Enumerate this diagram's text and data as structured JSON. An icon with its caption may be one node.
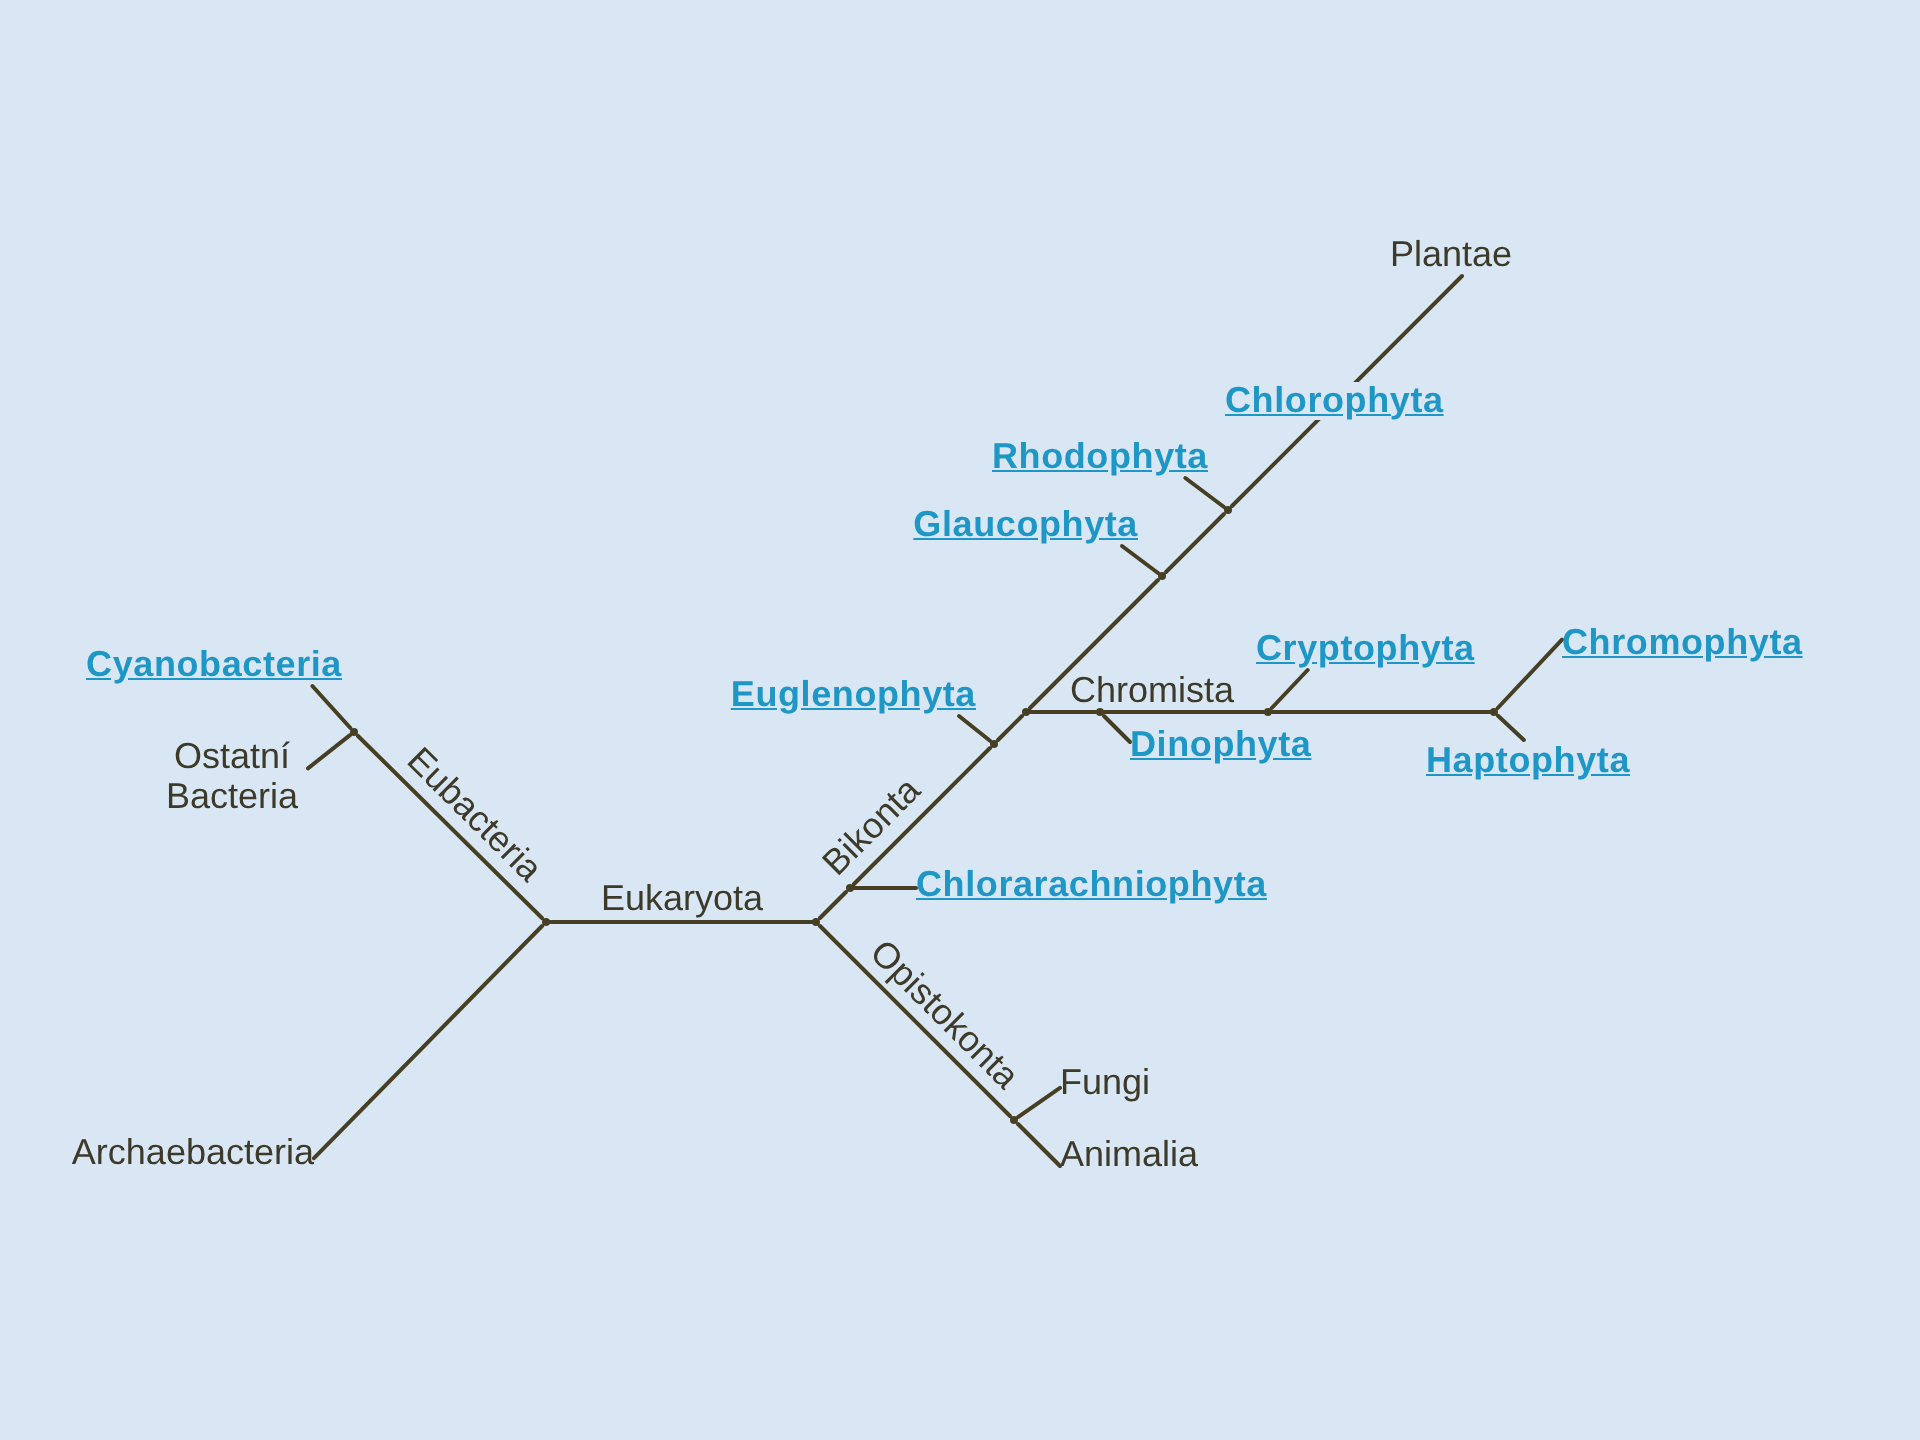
{
  "diagram": {
    "nodes": [
      {
        "text": [
          "Plantae"
        ]
      },
      {
        "text": [
          "Rhodophyta"
        ]
      },
      {
        "text": [
          "Glaucophyta"
        ]
      },
      {
        "text": [
          "Chromophyta"
        ]
      },
      {
        "text": [
          "Cryptophyta"
        ]
      },
      {
        "text": [
          "Cyanobacteria"
        ]
      },
      {
        "text": [
          "Euglenophyta"
        ]
      },
      {
        "text": [
          "Dinophyta"
        ]
      },
      {
        "text": [
          "Ostatní Bacteria"
        ]
      },
      {
        "text": [
          "Haptophyta"
        ]
      },
      {
        "text": [
          "Chlorarachniophyta"
        ]
      },
      {
        "text": [
          "Fungi"
        ]
      },
      {
        "text": [
          "Archaebacteria"
        ]
      },
      {
        "text": [
          "Animalia"
        ]
      },
      {
        "text": [],
        "shape": "point"
      },
      {
        "text": [],
        "shape": "point"
      },
      {
        "text": [],
        "shape": "point"
      },
      {
        "text": [],
        "shape": "point"
      },
      {
        "text": [],
        "shape": "point"
      },
      {
        "text": [],
        "shape": "point"
      },
      {
        "text": [],
        "shape": "point"
      },
      {
        "text": [],
        "shape": "point"
      },
      {
        "text": [],
        "shape": "point"
      },
      {
        "text": [],
        "shape": "point"
      },
      {
        "text": [],
        "shape": "point"
      },
      {
        "text": [],
        "shape": "point"
      }
    ],
    "edges": [
      {
        "from": 14,
        "to": 12,
        "arrow": "none"
      },
      {
        "from": 14,
        "to": 15,
        "arrow": "none",
        "label": "Eubacteria"
      },
      {
        "from": 15,
        "to": 5,
        "arrow": "none"
      },
      {
        "from": 15,
        "to": 8,
        "arrow": "none"
      },
      {
        "from": 14,
        "to": 16,
        "arrow": "none",
        "label": "Eukaryota"
      },
      {
        "from": 16,
        "to": 17,
        "arrow": "none"
      },
      {
        "from": 17,
        "to": 10,
        "arrow": "none"
      },
      {
        "from": 17,
        "to": 18,
        "arrow": "none",
        "label": "Bikonta"
      },
      {
        "from": 18,
        "to": 6,
        "arrow": "none"
      },
      {
        "from": 18,
        "to": 19,
        "arrow": "none"
      },
      {
        "from": 19,
        "to": 22,
        "arrow": "none"
      },
      {
        "from": 22,
        "to": 7,
        "arrow": "none"
      },
      {
        "from": 22,
        "to": 23,
        "arrow": "none",
        "label": "Chromista"
      },
      {
        "from": 23,
        "to": 4,
        "arrow": "none"
      },
      {
        "from": 23,
        "to": 24,
        "arrow": "none"
      },
      {
        "from": 24,
        "to": 3,
        "arrow": "none"
      },
      {
        "from": 24,
        "to": 9,
        "arrow": "none"
      },
      {
        "from": 19,
        "to": 20,
        "arrow": "none"
      },
      {
        "from": 20,
        "to": 2,
        "arrow": "none"
      },
      {
        "from": 20,
        "to": 21,
        "arrow": "none"
      },
      {
        "from": 21,
        "to": 1,
        "arrow": "none"
      },
      {
        "from": 21,
        "to": 0,
        "arrow": "none",
        "label": "Chlorophyta"
      },
      {
        "from": 16,
        "to": 25,
        "arrow": "none",
        "label": "Opistokonta"
      },
      {
        "from": 25,
        "to": 11,
        "arrow": "none"
      },
      {
        "from": 25,
        "to": 13,
        "arrow": "none"
      }
    ]
  }
}
